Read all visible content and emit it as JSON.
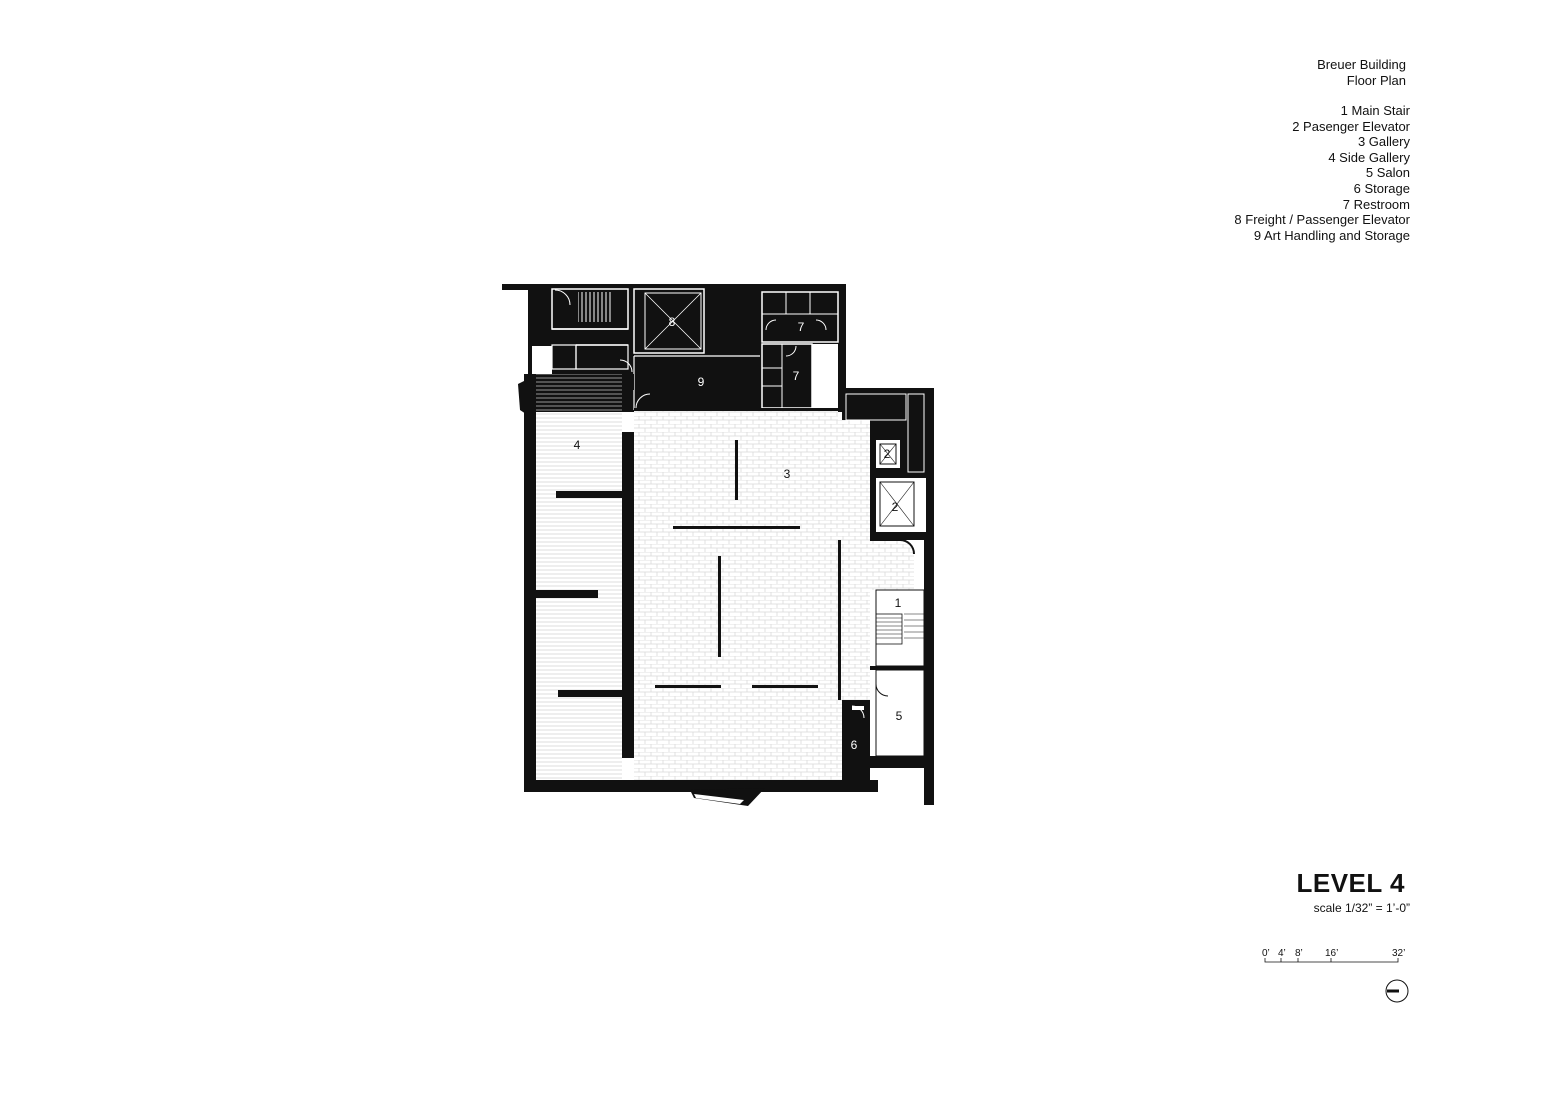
{
  "title": {
    "line1": "Breuer Building",
    "line2": "Floor Plan"
  },
  "legend": [
    "1 Main Stair",
    "2 Pasenger Elevator",
    "3 Gallery",
    "4 Side Gallery",
    "5 Salon",
    "6 Storage",
    "7 Restroom",
    "8 Freight / Passenger Elevator",
    "9 Art Handling and Storage"
  ],
  "level": "LEVEL 4",
  "scale": "scale 1/32” = 1’-0”",
  "scale_bar": {
    "ticks": [
      "0’",
      "4’",
      "8’",
      "16’",
      "32’"
    ]
  },
  "rooms": {
    "r1": "1",
    "r2a": "2",
    "r2b": "2",
    "r3": "3",
    "r4": "4",
    "r5": "5",
    "r6": "6",
    "r7a": "7",
    "r7b": "7",
    "r8": "8",
    "r9": "9"
  },
  "colors": {
    "wall": "#111111",
    "floor_pattern": "#dcdcdc",
    "background": "#ffffff"
  },
  "icons": [
    "north-arrow-icon"
  ]
}
